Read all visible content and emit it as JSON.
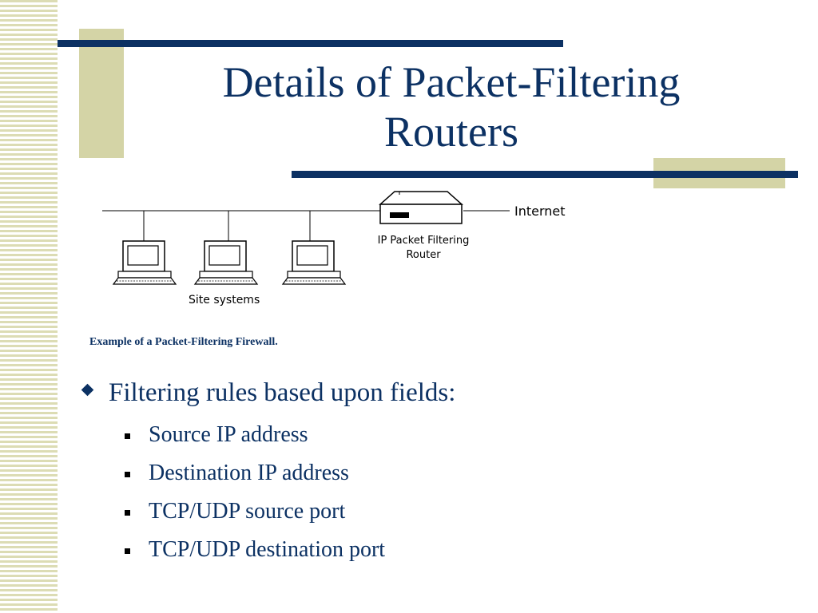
{
  "slide": {
    "title_line1": "Details of Packet-Filtering",
    "title_line2": "Routers"
  },
  "diagram": {
    "internet_label": "Internet",
    "router_label_line1": "IP Packet Filtering",
    "router_label_line2": "Router",
    "site_systems_label": "Site systems",
    "caption": "Example of a Packet-Filtering Firewall."
  },
  "bullets": {
    "main": "Filtering rules based upon fields:",
    "items": [
      "Source IP address",
      "Destination IP address",
      "TCP/UDP source port",
      "TCP/UDP destination port"
    ]
  },
  "colors": {
    "title": "#0c3163",
    "accent_bar": "#0c3163",
    "accent_block": "#d4d4a6",
    "stripes": "#dcdcb4"
  }
}
